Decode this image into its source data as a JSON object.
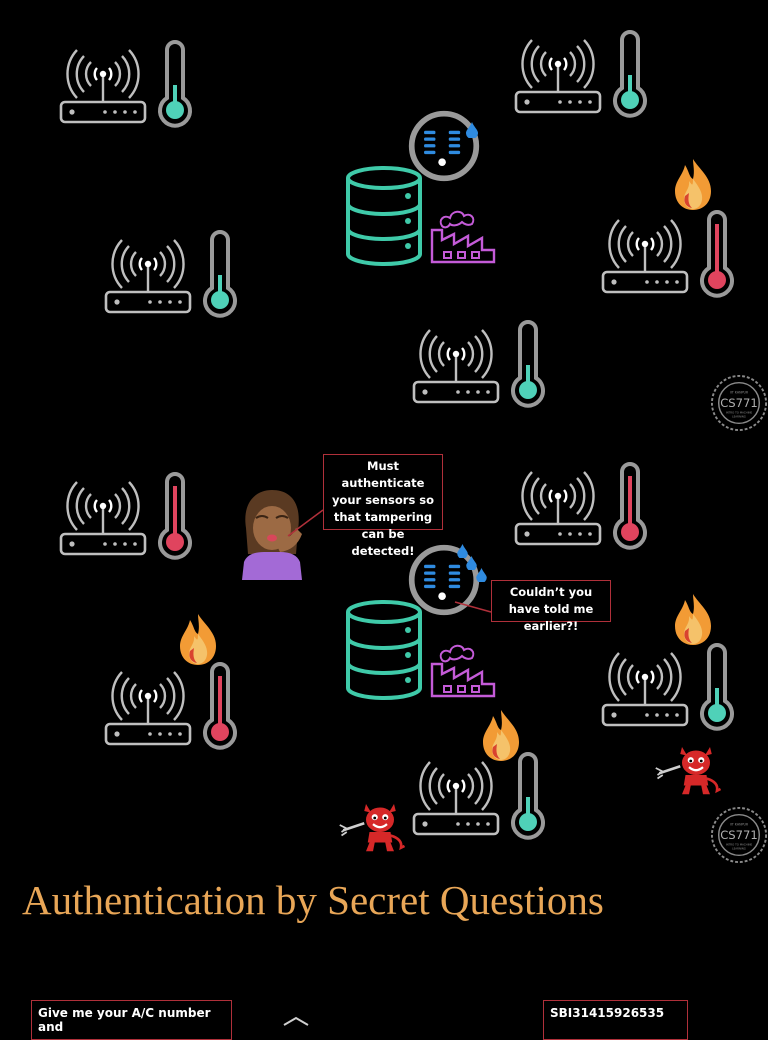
{
  "slide": {
    "title": "Authentication by Secret Questions",
    "callout_woman": "Must authenticate your sensors so that tampering can be detected!",
    "callout_server": "Couldn’t you have told me earlier?!",
    "bottom_left_box": "Give me your A/C number and",
    "bottom_right_box": "SBI31415926535",
    "logo_text": "CS771",
    "logo_ring_text": "IIT KANPUR · INTRO TO MACHINE LEARNING"
  },
  "icons": {
    "router": "wifi-router-icon",
    "thermometer": "thermometer-icon",
    "fire": "fire-icon",
    "database": "database-icon",
    "factory": "factory-icon",
    "face": "worried-face-icon",
    "woman": "woman-facepalm-icon",
    "devil": "devil-icon",
    "logo": "cs771-logo-icon"
  },
  "colors": {
    "background": "#000000",
    "title": "#e8a657",
    "callout_border": "#b0303a",
    "thermo_cool": "#4fd1b8",
    "thermo_hot": "#e0445e",
    "database": "#3fcaa9",
    "factory": "#c45bd8",
    "device": "#bfbfbf",
    "face_ring": "#9a9a9a",
    "face_eyes": "#2f8be0"
  }
}
